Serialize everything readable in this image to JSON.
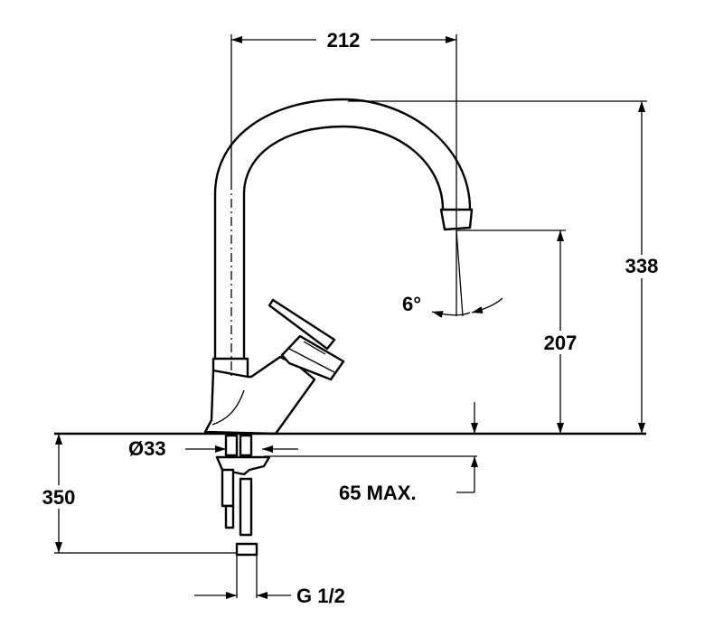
{
  "drawing": {
    "dimensions": {
      "spout_reach": "212",
      "total_height": "338",
      "spout_height": "207",
      "spout_angle": "6°",
      "hole_diameter": "Ø33",
      "hose_length": "350",
      "countertop_thickness": "65 MAX.",
      "connection_thread": "G 1/2"
    }
  }
}
